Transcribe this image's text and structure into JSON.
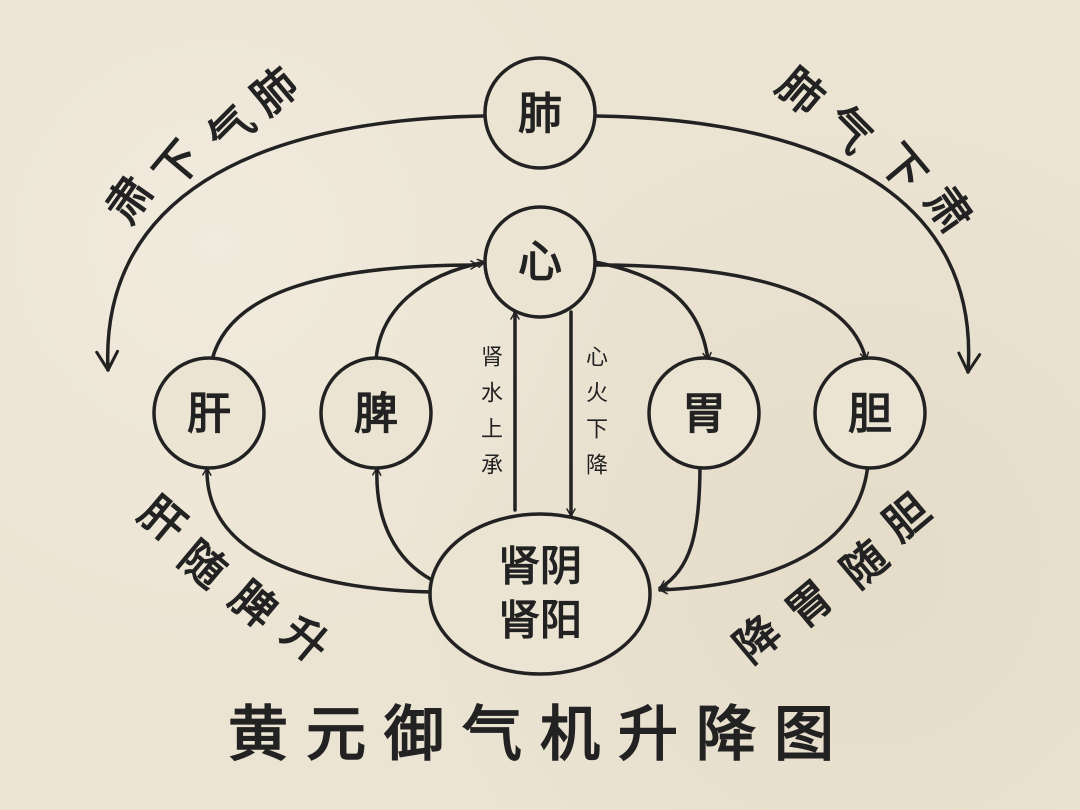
{
  "title": "黄元御气机升降图",
  "nodes": {
    "lung": "肺",
    "heart": "心",
    "liver": "肝",
    "spleen": "脾",
    "stomach": "胃",
    "gallbladder": "胆",
    "kidney_yin": "肾阴",
    "kidney_yang": "肾阳"
  },
  "labels": {
    "lung_descend_left": "肺气下肃",
    "lung_descend_right": "肺气下肃",
    "liver_rise": "肝随脾升",
    "gall_descend": "胆随胃降",
    "kidney_water_up": "肾水上承",
    "heart_fire_down": "心火下降"
  },
  "colors": {
    "ink": "#222222",
    "paper": "#ece4d3"
  }
}
